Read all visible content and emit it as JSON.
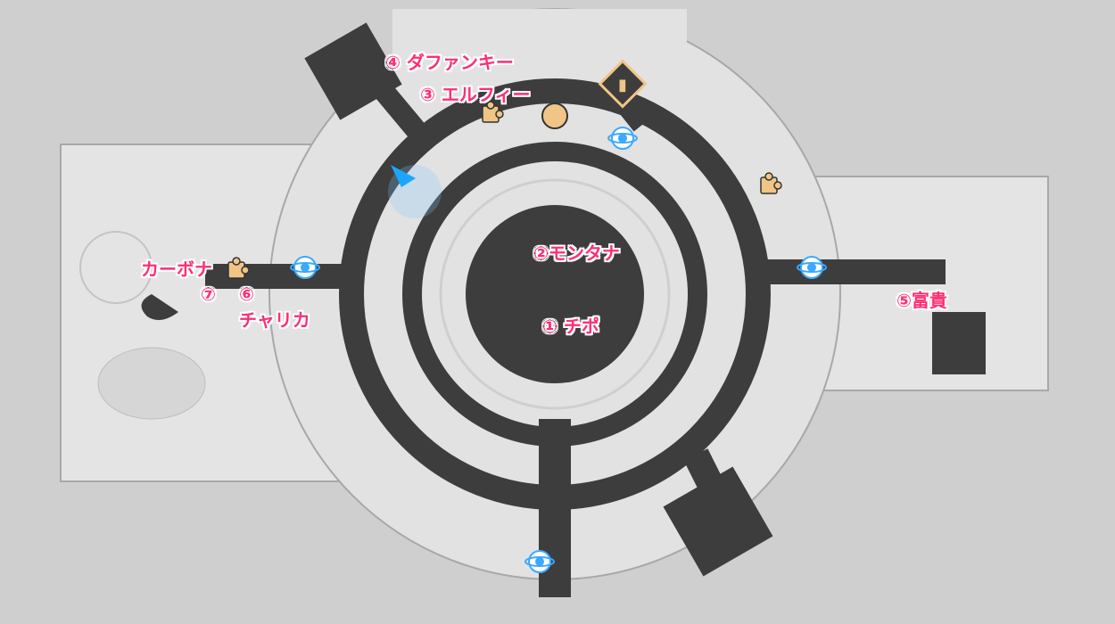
{
  "map": {
    "labels": {
      "daphne": "④ ダファンキー",
      "elfie": "③ エルフィー",
      "montana": "②モンタナ",
      "chipo": "① チポ",
      "carbona": "カーボナ",
      "num7": "⑦",
      "num6": "⑥",
      "charika": "チャリカ",
      "fuki": "⑤富貴"
    },
    "icons": [
      "exit-icon",
      "puzzle-icon",
      "npc-icon",
      "teleport-icon",
      "player-arrow-icon"
    ],
    "colors": {
      "label": "#ff2e72",
      "background": "#cfcfcf",
      "floor": "#e2e2e2",
      "corridor": "#3d3d3d",
      "teleport": "#3aa9ff",
      "puzzle": "#f0c585"
    }
  }
}
